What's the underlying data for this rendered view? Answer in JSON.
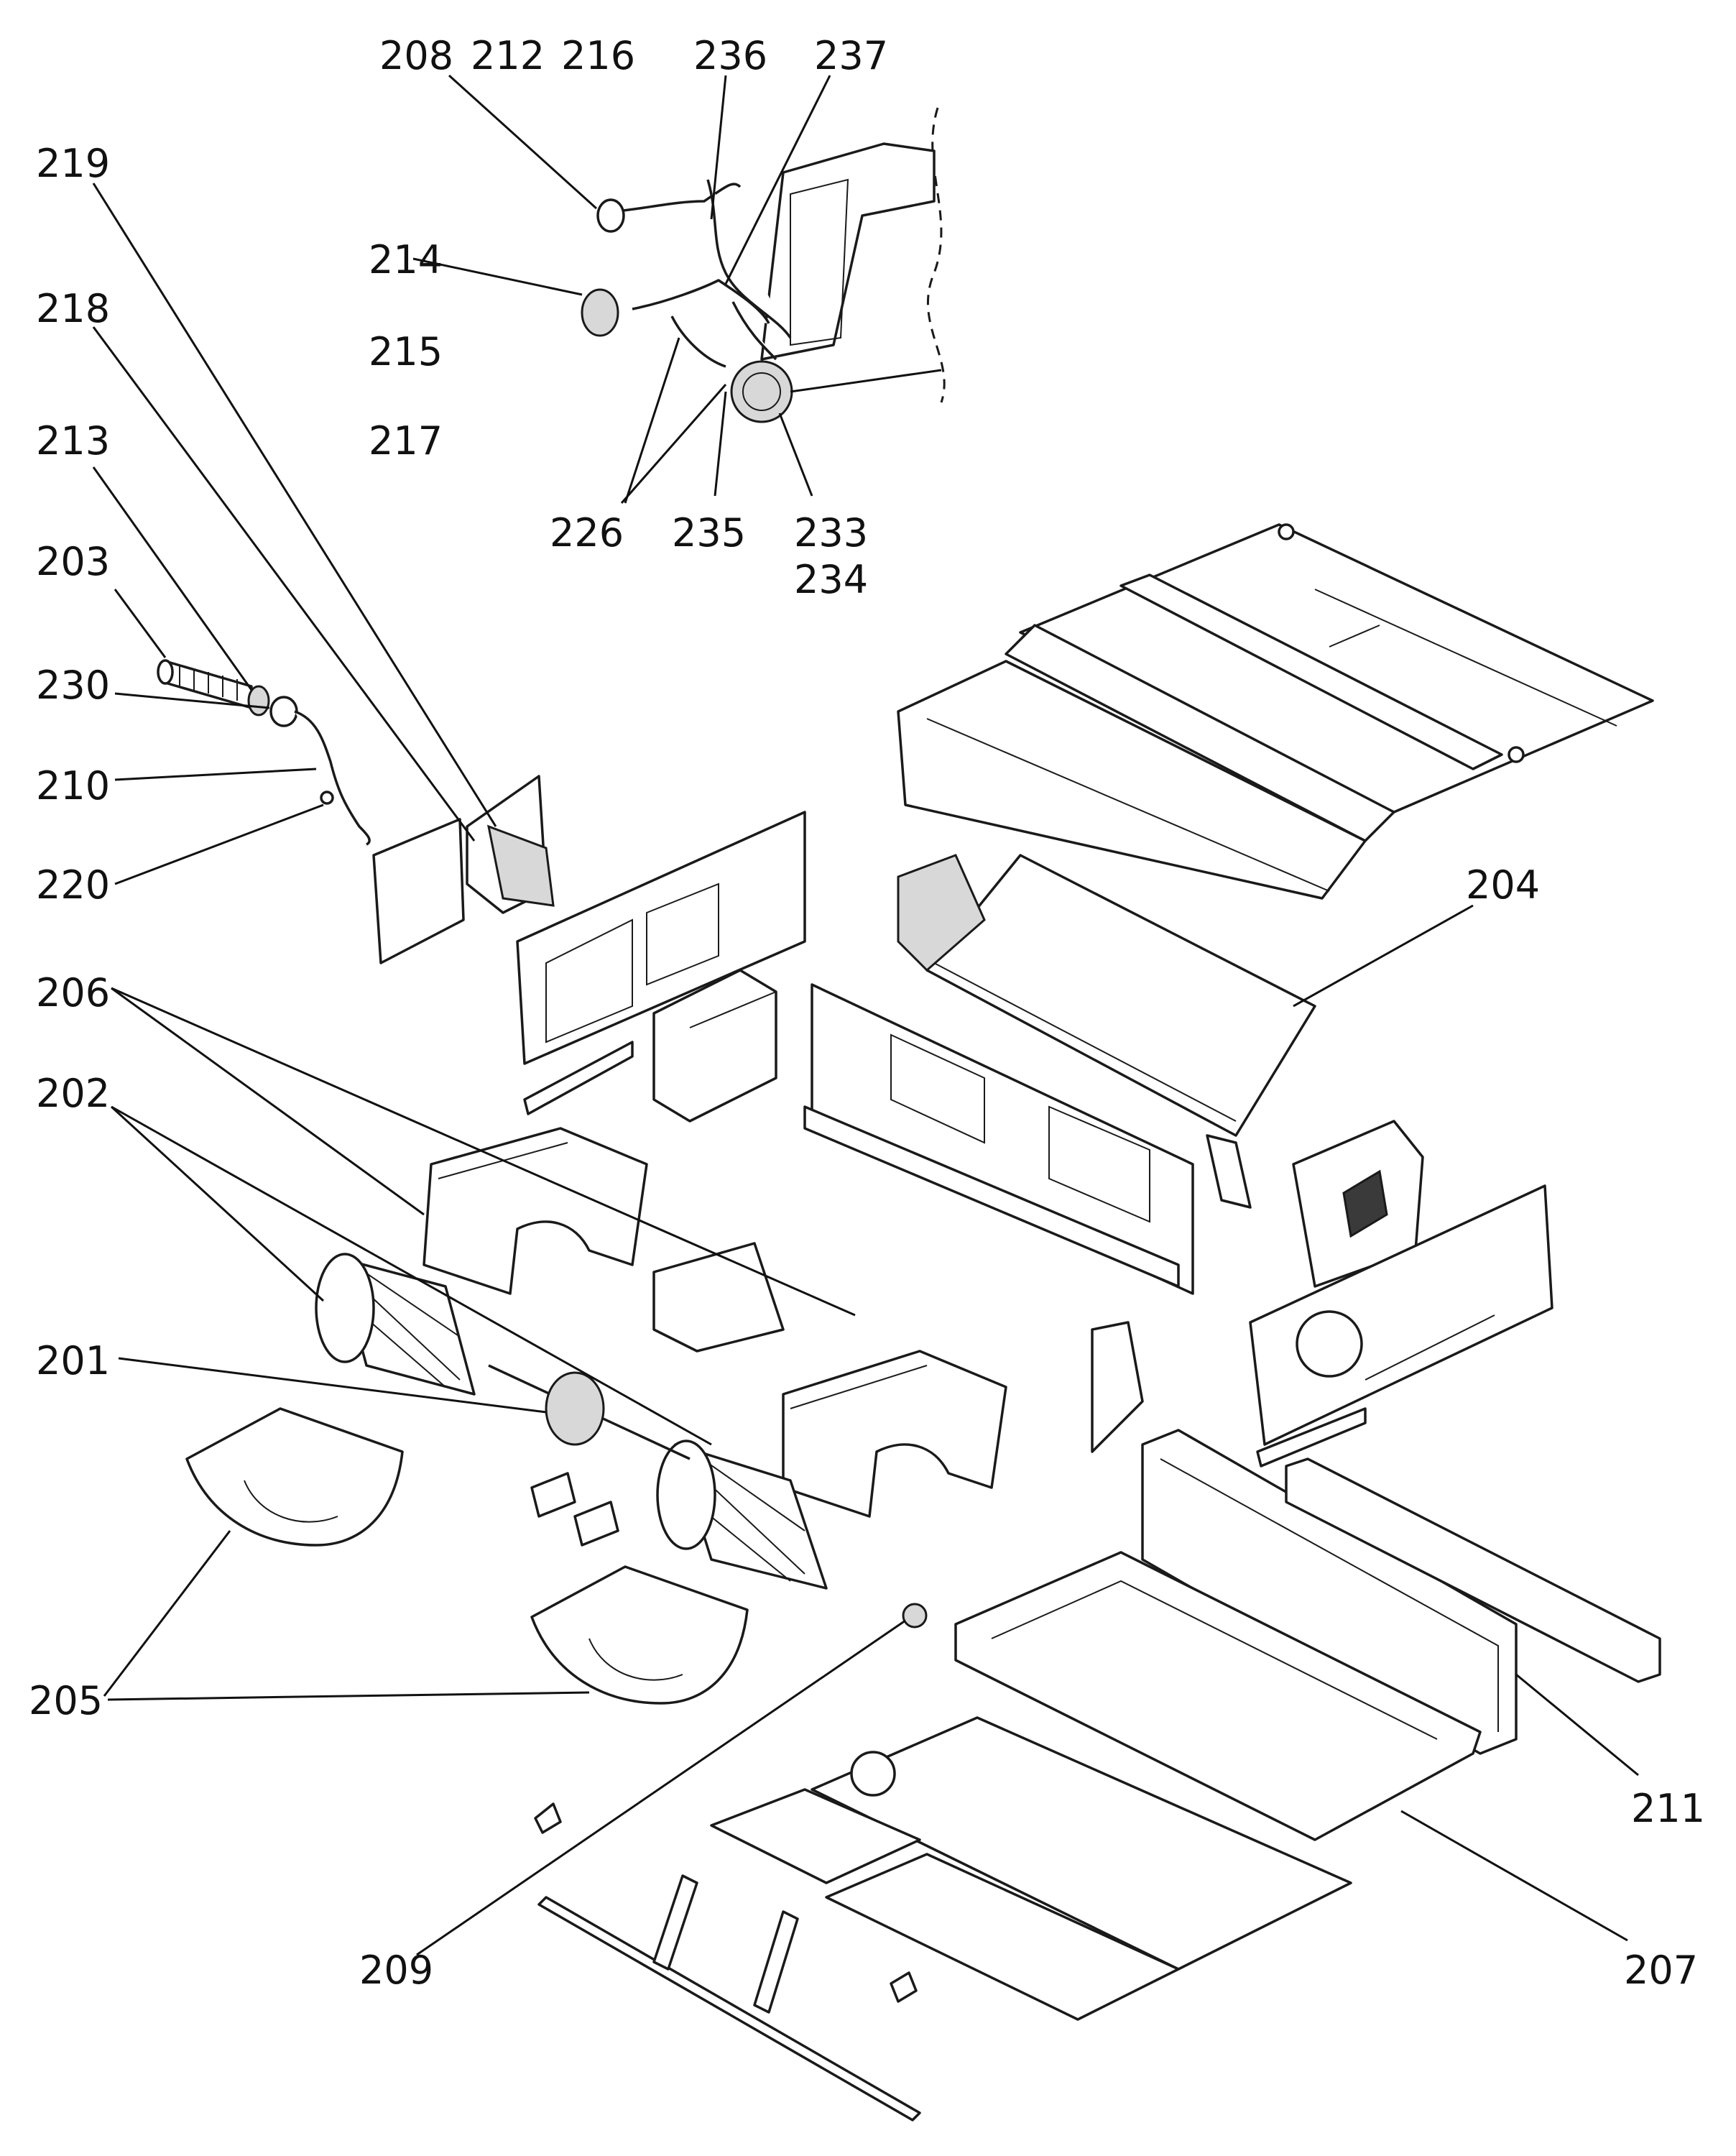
{
  "callouts": [
    {
      "id": "208",
      "text": "208"
    },
    {
      "id": "212",
      "text": "212"
    },
    {
      "id": "216",
      "text": "216"
    },
    {
      "id": "236",
      "text": "236"
    },
    {
      "id": "237",
      "text": "237"
    },
    {
      "id": "219",
      "text": "219"
    },
    {
      "id": "214",
      "text": "214"
    },
    {
      "id": "215",
      "text": "215"
    },
    {
      "id": "218",
      "text": "218"
    },
    {
      "id": "217",
      "text": "217"
    },
    {
      "id": "213",
      "text": "213"
    },
    {
      "id": "226",
      "text": "226"
    },
    {
      "id": "235",
      "text": "235"
    },
    {
      "id": "233",
      "text": "233"
    },
    {
      "id": "234",
      "text": "234"
    },
    {
      "id": "203",
      "text": "203"
    },
    {
      "id": "230",
      "text": "230"
    },
    {
      "id": "210",
      "text": "210"
    },
    {
      "id": "220",
      "text": "220"
    },
    {
      "id": "204",
      "text": "204"
    },
    {
      "id": "206",
      "text": "206"
    },
    {
      "id": "202",
      "text": "202"
    },
    {
      "id": "201",
      "text": "201"
    },
    {
      "id": "205",
      "text": "205"
    },
    {
      "id": "211",
      "text": "211"
    },
    {
      "id": "209",
      "text": "209"
    },
    {
      "id": "207",
      "text": "207"
    }
  ]
}
